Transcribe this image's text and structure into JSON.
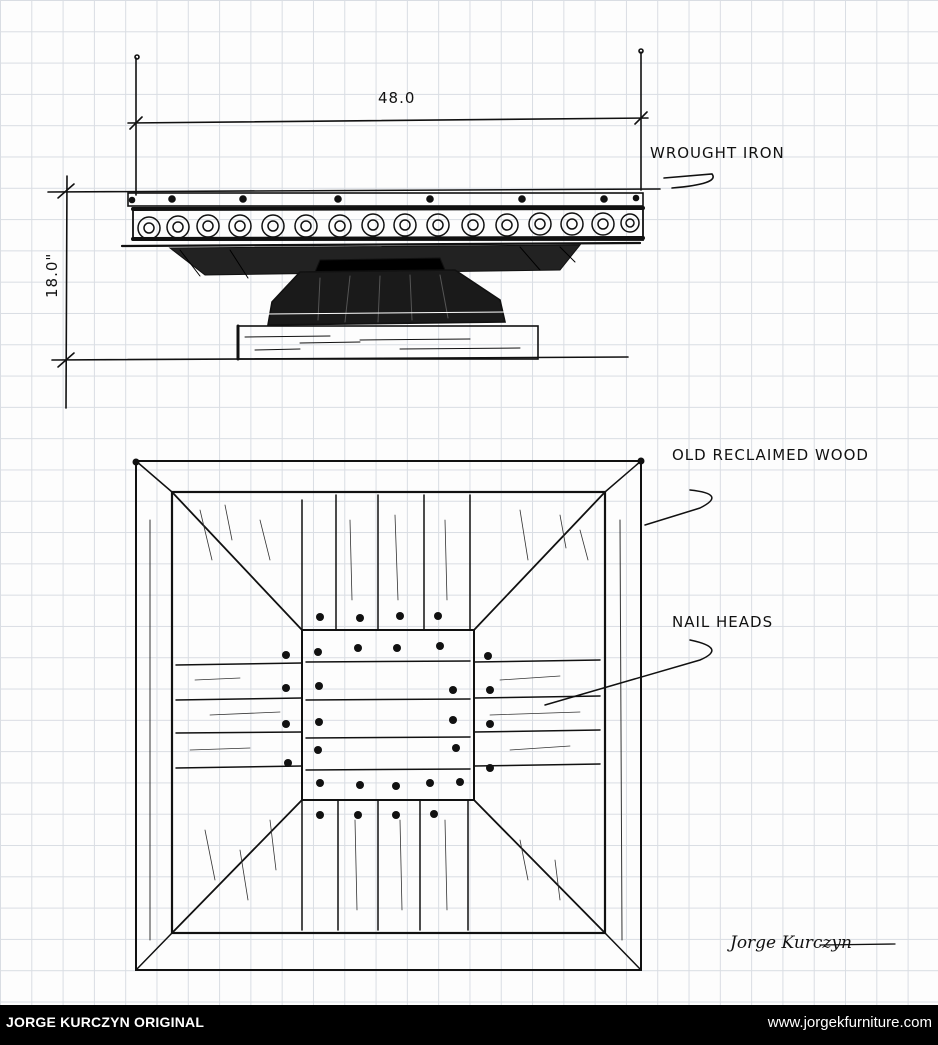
{
  "drawing": {
    "width_dimension": "48.0",
    "height_dimension": "18.0\"",
    "label_wrought_iron": "WROUGHT IRON",
    "label_reclaimed_wood": "OLD RECLAIMED WOOD",
    "label_nail_heads": "NAIL HEADS",
    "signature": "Jorge Kurczyn"
  },
  "footer": {
    "left_text": "JORGE KURCZYN ORIGINAL",
    "right_text": "www.jorgekfurniture.com"
  }
}
